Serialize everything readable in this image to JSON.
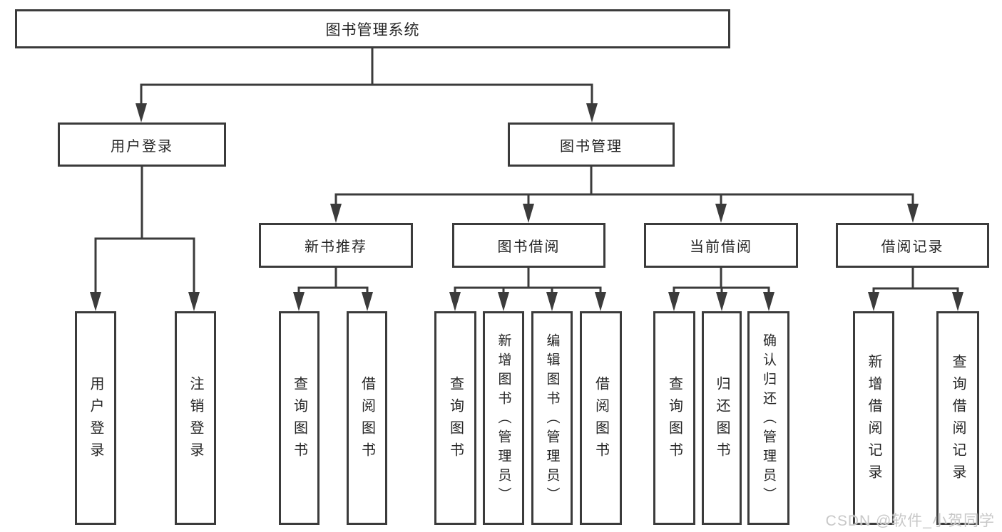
{
  "root": {
    "label": "图书管理系统"
  },
  "branches": [
    {
      "label": "用户登录",
      "children": [
        {
          "label": "用户登录"
        },
        {
          "label": "注销登录"
        }
      ]
    },
    {
      "label": "图书管理",
      "children": [
        {
          "label": "新书推荐",
          "children": [
            {
              "label": "查询图书"
            },
            {
              "label": "借阅图书"
            }
          ]
        },
        {
          "label": "图书借阅",
          "children": [
            {
              "label": "查询图书"
            },
            {
              "label": "新增图书（管理员）"
            },
            {
              "label": "编辑图书（管理员）"
            },
            {
              "label": "借阅图书"
            }
          ]
        },
        {
          "label": "当前借阅",
          "children": [
            {
              "label": "查询图书"
            },
            {
              "label": "归还图书"
            },
            {
              "label": "确认归还（管理员）"
            }
          ]
        },
        {
          "label": "借阅记录",
          "children": [
            {
              "label": "新增借阅记录"
            },
            {
              "label": "查询借阅记录"
            }
          ]
        }
      ]
    }
  ],
  "watermark": {
    "text": "CSDN @软件_小贺同学"
  },
  "colors": {
    "line": "#3b3b3b",
    "text": "#262626",
    "watermark": "#c8c8c8",
    "background": "#ffffff"
  }
}
